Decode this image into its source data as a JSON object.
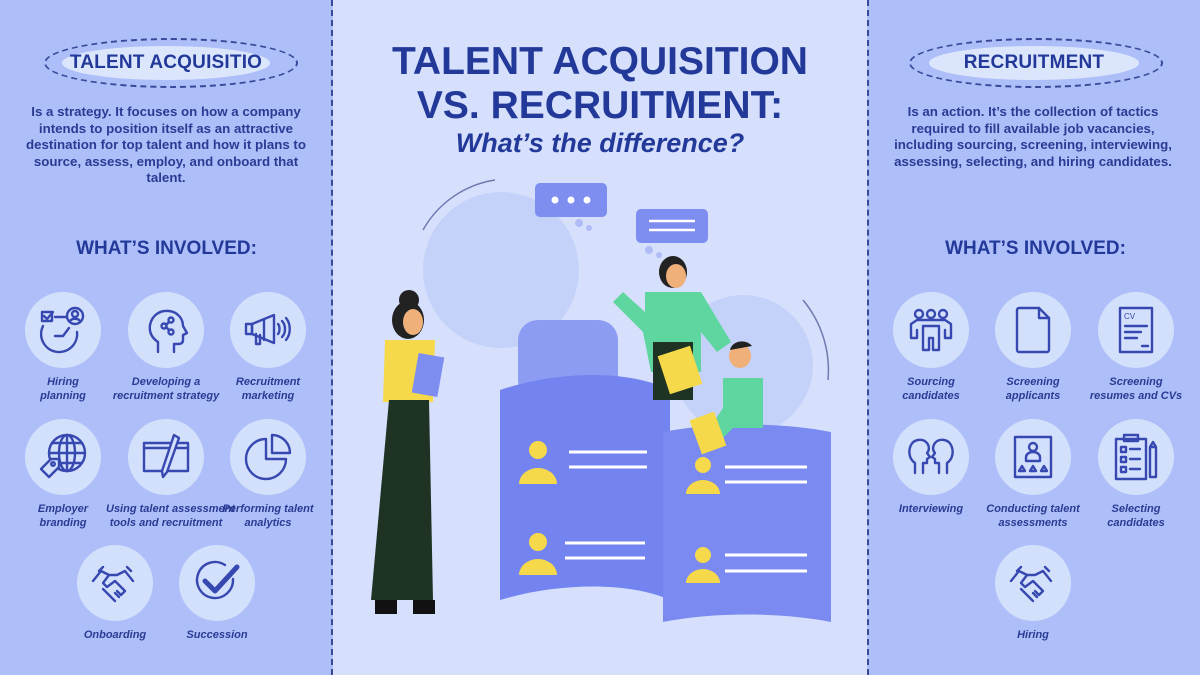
{
  "title": {
    "line1": "TALENT ACQUISITION",
    "line2": "VS. RECRUITMENT:",
    "subtitle": "What’s the difference?"
  },
  "colors": {
    "panel": "#aebef8",
    "background": "#d6e0fc",
    "text": "#23399a",
    "icon_circle": "#d3e0fc",
    "accent_yellow": "#f5d94a",
    "accent_green": "#5fd6a0"
  },
  "left": {
    "heading": "TALENT ACQUISITIO",
    "description": "Is a strategy. It focuses on how a company intends to position itself as an attractive destination for top talent and how it plans to source, assess, employ, and onboard that talent.",
    "involved_heading": "WHAT’S INVOLVED:",
    "items": [
      {
        "icon": "hiring-planning-icon",
        "label1": "Hiring",
        "label2": "planning"
      },
      {
        "icon": "head-strategy-icon",
        "label1": "Developing a",
        "label2": "recruitment strategy"
      },
      {
        "icon": "megaphone-icon",
        "label1": "Recruitment",
        "label2": "marketing"
      },
      {
        "icon": "globe-tag-icon",
        "label1": "Employer",
        "label2": "branding"
      },
      {
        "icon": "window-pen-icon",
        "label1": "Using talent assessment",
        "label2": "tools and recruitment"
      },
      {
        "icon": "pie-chart-icon",
        "label1": "Performing talent",
        "label2": "analytics"
      },
      {
        "icon": "handshake-icon",
        "label1": "Onboarding",
        "label2": ""
      },
      {
        "icon": "checkmark-circle-icon",
        "label1": "Succession",
        "label2": ""
      }
    ]
  },
  "right": {
    "heading": "RECRUITMENT",
    "description": "Is an action. It’s the collection of tactics required to fill available job vacancies, including sourcing, screening, interviewing, assessing, selecting, and hiring candidates.",
    "involved_heading": "WHAT’S INVOLVED:",
    "items": [
      {
        "icon": "people-group-icon",
        "label1": "Sourcing",
        "label2": "candidates"
      },
      {
        "icon": "document-icon",
        "label1": "Screening",
        "label2": "applicants"
      },
      {
        "icon": "cv-icon",
        "label1": "Screening",
        "label2": "resumes and CVs"
      },
      {
        "icon": "two-heads-icon",
        "label1": "Interviewing",
        "label2": ""
      },
      {
        "icon": "rating-card-icon",
        "label1": "Conducting talent",
        "label2": "assessments"
      },
      {
        "icon": "clipboard-checklist-icon",
        "label1": "Selecting",
        "label2": "candidates"
      },
      {
        "icon": "handshake-icon",
        "label1": "Hiring",
        "label2": ""
      }
    ],
    "cv_text": "CV"
  }
}
